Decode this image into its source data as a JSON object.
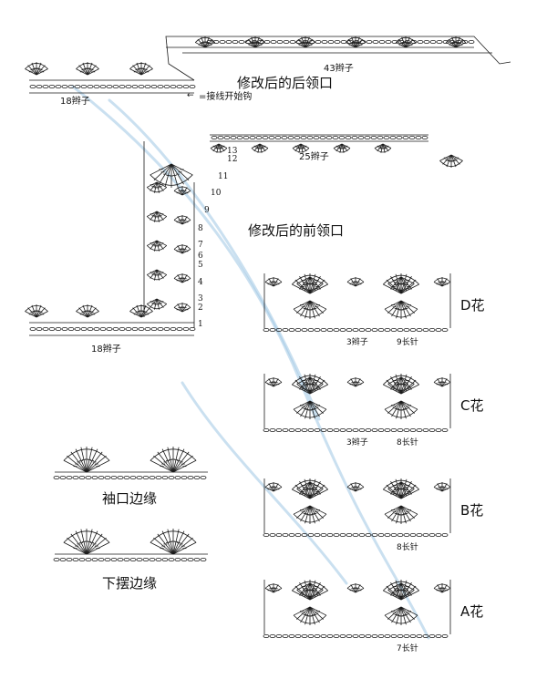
{
  "labels": {
    "back_neck_title": "修改后的后领口",
    "back_left_chains": "18辫子",
    "back_right_chains": "43辫子",
    "join_note": "=接线开始钩",
    "front_neck_title": "修改后的前领口",
    "front_top_chains": "25辫子",
    "front_bottom_chains": "18辫子",
    "sleeve_edge": "袖口边缘",
    "hem_edge": "下摆边缘"
  },
  "row_numbers": [
    "13",
    "12",
    "11",
    "10",
    "9",
    "8",
    "7",
    "6",
    "5",
    "4",
    "3",
    "2",
    "1"
  ],
  "flowers": [
    {
      "name": "D花",
      "notes": [
        "3辫子",
        "9长针"
      ]
    },
    {
      "name": "C花",
      "notes": [
        "3辫子",
        "8长针"
      ]
    },
    {
      "name": "B花",
      "notes": [
        "8长针"
      ]
    },
    {
      "name": "A花",
      "notes": [
        "7长针"
      ]
    }
  ],
  "colors": {
    "ink": "#1a1a1a",
    "watermark": "#9fc6e4"
  }
}
